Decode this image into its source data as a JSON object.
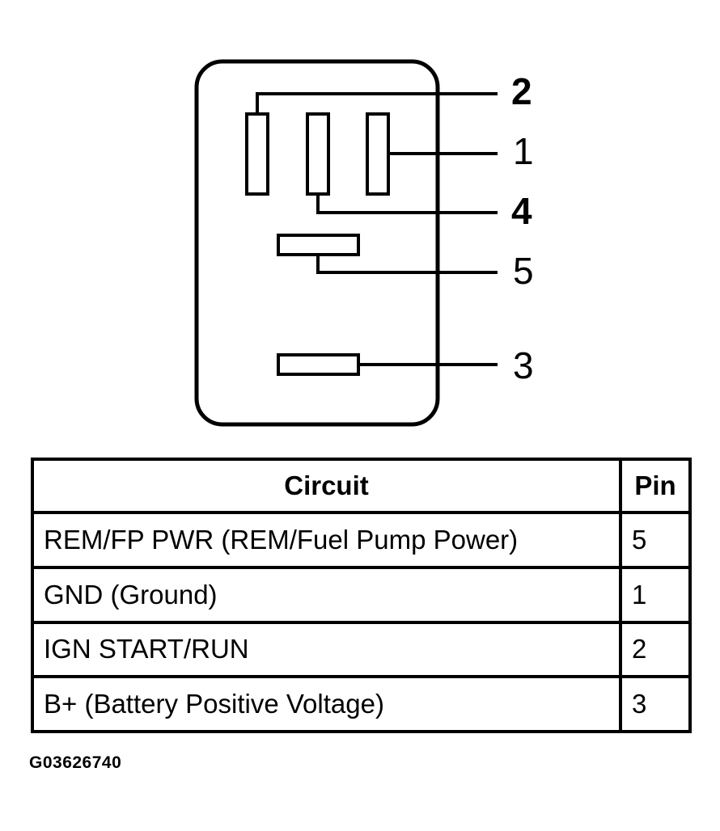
{
  "diagram": {
    "pin_labels": [
      {
        "key": "pin2",
        "text": "2"
      },
      {
        "key": "pin1",
        "text": "1"
      },
      {
        "key": "pin4",
        "text": "4"
      },
      {
        "key": "pin5",
        "text": "5"
      },
      {
        "key": "pin3",
        "text": "3"
      }
    ]
  },
  "table": {
    "headers": {
      "circuit": "Circuit",
      "pin": "Pin"
    },
    "rows": [
      {
        "circuit": "REM/FP PWR (REM/Fuel Pump Power)",
        "pin": "5"
      },
      {
        "circuit": "GND (Ground)",
        "pin": "1"
      },
      {
        "circuit": "IGN START/RUN",
        "pin": "2"
      },
      {
        "circuit": "B+ (Battery Positive Voltage)",
        "pin": "3"
      }
    ]
  },
  "figure_id": "G03626740"
}
